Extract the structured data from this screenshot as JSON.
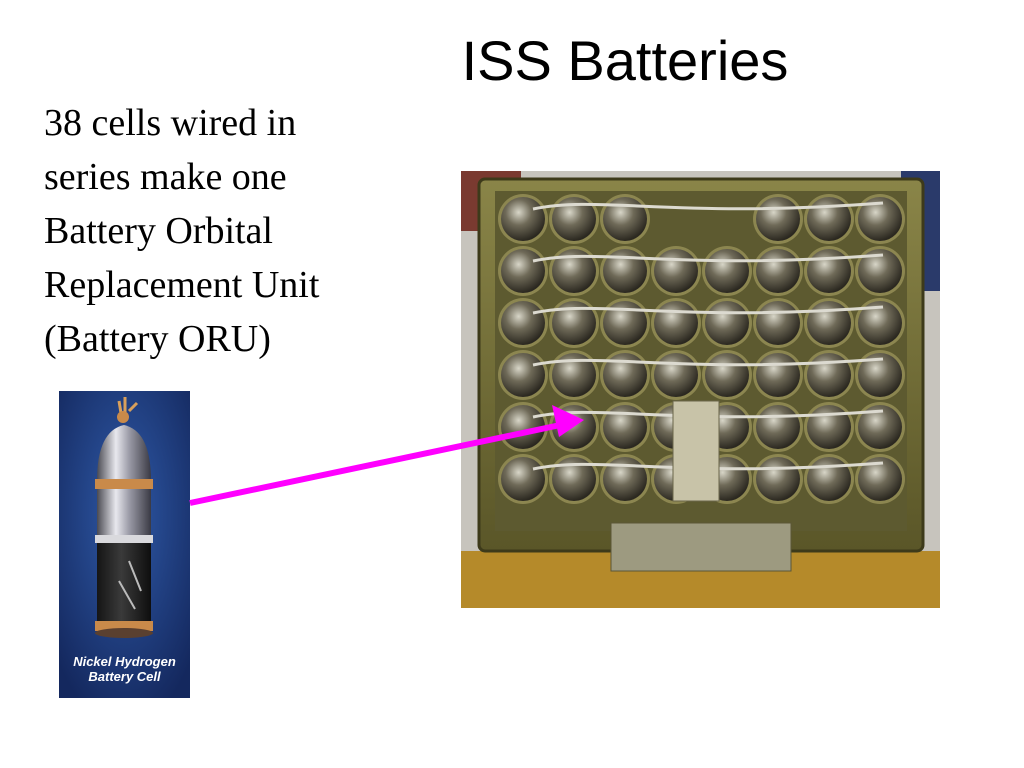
{
  "slide": {
    "title": "ISS Batteries",
    "body_lines": [
      "38 cells wired in",
      "series make one",
      "Battery Orbital",
      "Replacement Unit",
      "(Battery ORU)"
    ]
  },
  "cell_image": {
    "caption_lines": [
      "Nickel Hydrogen",
      "Battery Cell"
    ]
  },
  "colors": {
    "arrow": "#ff00ff",
    "cell_background": "#1d3a7a",
    "tray": "#6e6a2c"
  },
  "icons": [
    "battery-cell-image",
    "battery-oru-image",
    "pointer-arrow"
  ]
}
